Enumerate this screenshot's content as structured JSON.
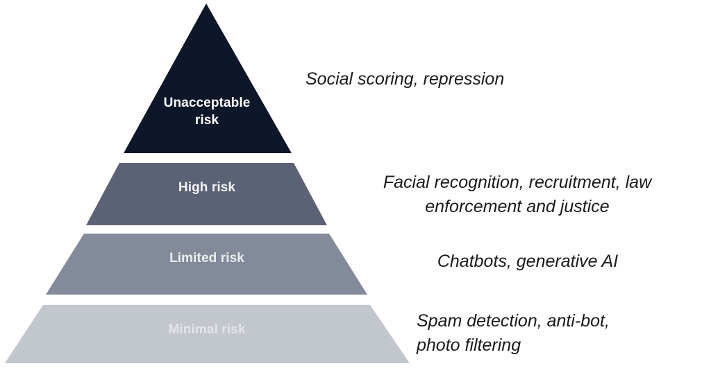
{
  "diagram": {
    "type": "risk-pyramid",
    "background_color": "#ffffff",
    "tiers": [
      {
        "id": "unacceptable-risk",
        "label": "Unacceptable\nrisk",
        "color": "#0d1729",
        "text_color": "#ffffff",
        "level": 1,
        "shape": "triangle",
        "examples": "Social scoring, repression"
      },
      {
        "id": "high-risk",
        "label": "High risk",
        "color": "#5c6276",
        "text_color": "#f2f3f5",
        "level": 2,
        "shape": "trapezoid",
        "examples": "Facial recognition, recruitment, law\nenforcement and justice"
      },
      {
        "id": "limited-risk",
        "label": "Limited risk",
        "color": "#838a99",
        "text_color": "#eceef1",
        "level": 3,
        "shape": "trapezoid",
        "examples": "Chatbots, generative AI"
      },
      {
        "id": "minimal-risk",
        "label": "Minimal risk",
        "color": "#c2c6cd",
        "text_color": "#e2e5e9",
        "level": 4,
        "shape": "trapezoid",
        "examples": "Spam detection, anti-bot,\nphoto filtering"
      }
    ],
    "annotations": [
      "Social scoring, repression",
      "Facial recognition, recruitment, law\nenforcement and justice",
      "Chatbots, generative AI",
      "Spam detection, anti-bot,\nphoto filtering"
    ]
  }
}
